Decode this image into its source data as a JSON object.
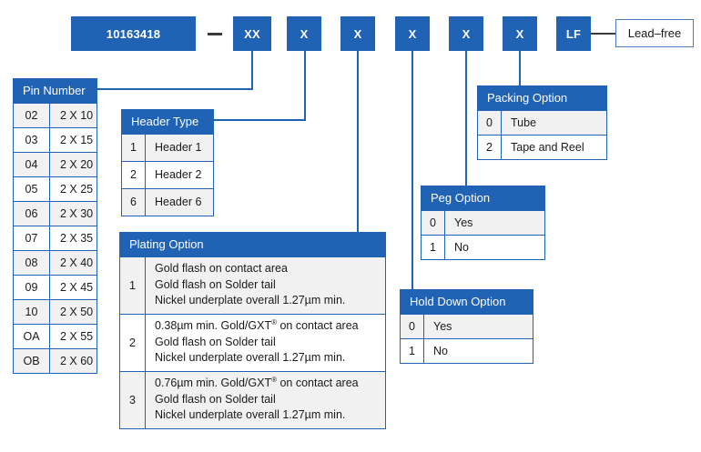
{
  "part": {
    "base_number": "10163418",
    "separator": "–",
    "segments": [
      {
        "label": "XX",
        "name": "pin-number"
      },
      {
        "label": "X",
        "name": "header-type"
      },
      {
        "label": "X",
        "name": "plating-option"
      },
      {
        "label": "X",
        "name": "hold-down-option"
      },
      {
        "label": "X",
        "name": "peg-option"
      },
      {
        "label": "X",
        "name": "packing-option"
      }
    ],
    "suffix": "LF",
    "suffix_note": "Lead–free"
  },
  "colors": {
    "brand_blue": "#2062B4",
    "row_shade": "#f1f1f1",
    "text": "#1a1a1a",
    "connector": "#3b3b3b"
  },
  "tables": {
    "pin_number": {
      "title": "Pin Number",
      "rows": [
        {
          "code": "02",
          "desc": "2 X 10"
        },
        {
          "code": "03",
          "desc": "2 X 15"
        },
        {
          "code": "04",
          "desc": "2 X 20"
        },
        {
          "code": "05",
          "desc": "2 X 25"
        },
        {
          "code": "06",
          "desc": "2 X 30"
        },
        {
          "code": "07",
          "desc": "2 X 35"
        },
        {
          "code": "08",
          "desc": "2 X 40"
        },
        {
          "code": "09",
          "desc": "2 X 45"
        },
        {
          "code": "10",
          "desc": "2 X 50"
        },
        {
          "code": "OA",
          "desc": "2 X 55"
        },
        {
          "code": "OB",
          "desc": "2 X 60"
        }
      ]
    },
    "header_type": {
      "title": "Header Type",
      "rows": [
        {
          "code": "1",
          "desc": "Header 1"
        },
        {
          "code": "2",
          "desc": "Header 2"
        },
        {
          "code": "6",
          "desc": "Header 6"
        }
      ]
    },
    "plating_option": {
      "title": "Plating Option",
      "rows": [
        {
          "code": "1",
          "lines": [
            "Gold flash on contact area",
            "Gold flash on Solder tail",
            "Nickel underplate overall 1.27µm min."
          ]
        },
        {
          "code": "2",
          "lines": [
            "0.38µm min. Gold/GXT® on contact area",
            "Gold flash on Solder tail",
            "Nickel underplate overall 1.27µm min."
          ]
        },
        {
          "code": "3",
          "lines": [
            "0.76µm min. Gold/GXT® on contact area",
            "Gold flash on Solder tail",
            "Nickel underplate overall 1.27µm min."
          ]
        }
      ]
    },
    "hold_down_option": {
      "title": "Hold Down Option",
      "rows": [
        {
          "code": "0",
          "desc": "Yes"
        },
        {
          "code": "1",
          "desc": "No"
        }
      ]
    },
    "peg_option": {
      "title": "Peg Option",
      "rows": [
        {
          "code": "0",
          "desc": "Yes"
        },
        {
          "code": "1",
          "desc": "No"
        }
      ]
    },
    "packing_option": {
      "title": "Packing Option",
      "rows": [
        {
          "code": "0",
          "desc": "Tube"
        },
        {
          "code": "2",
          "desc": "Tape and Reel"
        }
      ]
    }
  }
}
